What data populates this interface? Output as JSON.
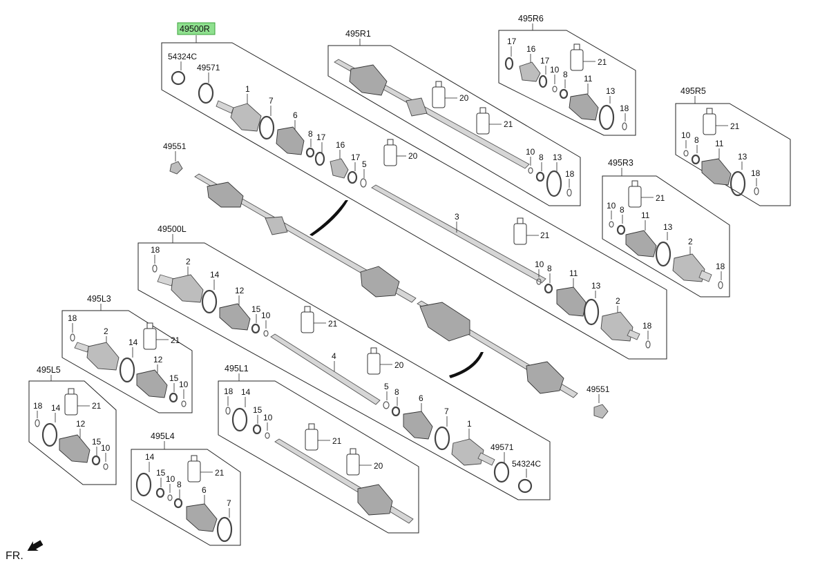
{
  "diagram": {
    "highlighted_assembly": "49500R",
    "front_label": "FR.",
    "assemblies": {
      "a49500R": "49500R",
      "a49500L": "49500L",
      "a495R1": "495R1",
      "a495R6": "495R6",
      "a495R5": "495R5",
      "a495R3": "495R3",
      "a495L3": "495L3",
      "a495L5": "495L5",
      "a495L1": "495L1",
      "a495L4": "495L4"
    },
    "parts": {
      "p49551": "49551",
      "p49571": "49571",
      "p54324C": "54324C",
      "p1": "1",
      "p2": "2",
      "p3": "3",
      "p4": "4",
      "p5": "5",
      "p6": "6",
      "p7": "7",
      "p8": "8",
      "p10": "10",
      "p11": "11",
      "p12": "12",
      "p13": "13",
      "p14": "14",
      "p15": "15",
      "p16": "16",
      "p17": "17",
      "p18": "18",
      "p20": "20",
      "p21": "21"
    }
  }
}
